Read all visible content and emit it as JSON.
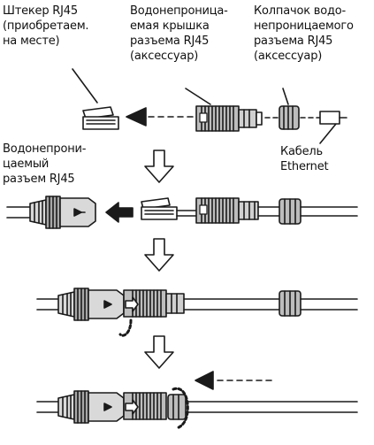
{
  "labels": {
    "plug": [
      "Штекер RJ45",
      "(приобретаем.",
      "на месте)"
    ],
    "cover": [
      "Водонепроница-",
      "емая крышка",
      "разъема RJ45",
      "(аксессуар)"
    ],
    "cap": [
      "Колпачок водо-",
      "непроницаемого",
      "разъема RJ45",
      "(аксессуар)"
    ],
    "cable": [
      "Кабель",
      "Ethernet"
    ],
    "connector": [
      "Водонепрони-",
      "цаемый",
      "разъем RJ45"
    ]
  },
  "colors": {
    "stroke": "#1a1a1a",
    "body_gray": "#a8a8a8",
    "light_gray": "#d9d9d9",
    "white": "#ffffff"
  },
  "icons": [
    "arrow-left-icon",
    "arrow-down-outline-icon",
    "rotate-arrow-icon"
  ]
}
